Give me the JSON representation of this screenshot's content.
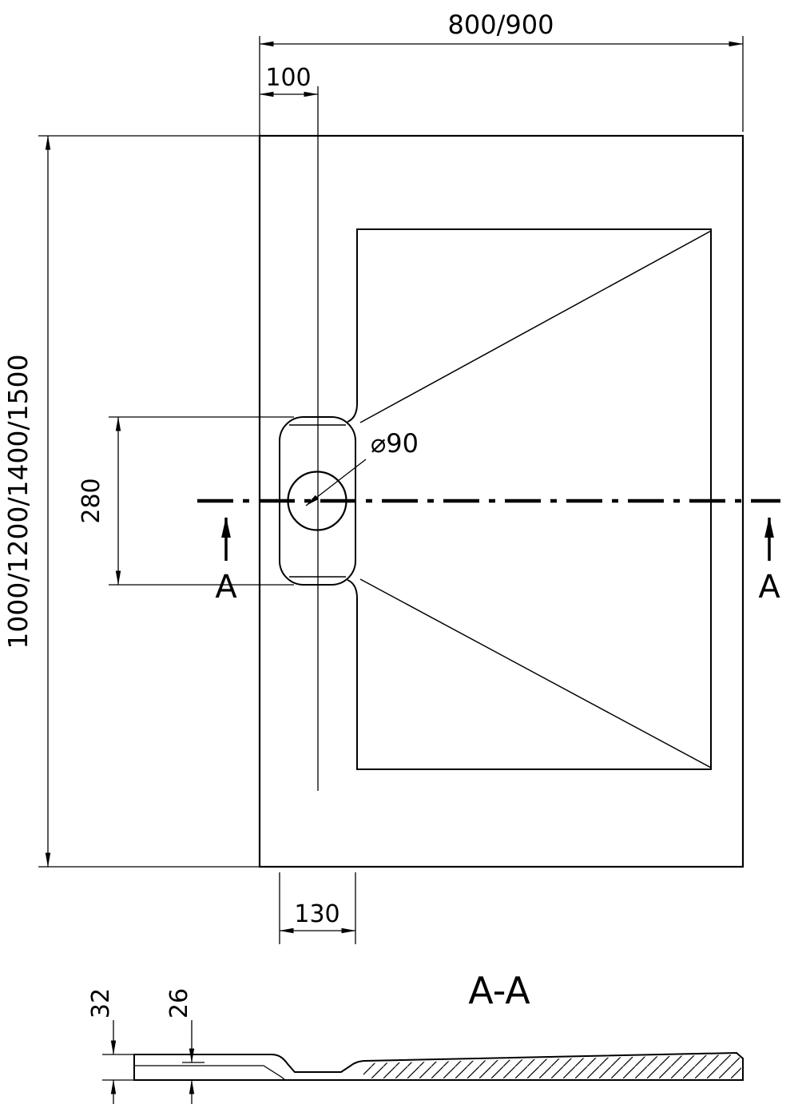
{
  "diagram": {
    "type": "technical-drawing",
    "subject": "rectangular shower tray with side drain, plan view and section",
    "labels": {
      "width_top": "800/900",
      "drain_offset": "100",
      "length_left": "1000/1200/1400/1500",
      "drain_zone_length": "280",
      "drain_diameter": "⌀90",
      "drain_width": "130",
      "section_title": "A-A",
      "section_mark_left": "A",
      "section_mark_right": "A",
      "thickness_total": "32",
      "thickness_inner": "26"
    },
    "colors": {
      "line": "#000000",
      "background": "#ffffff"
    }
  }
}
